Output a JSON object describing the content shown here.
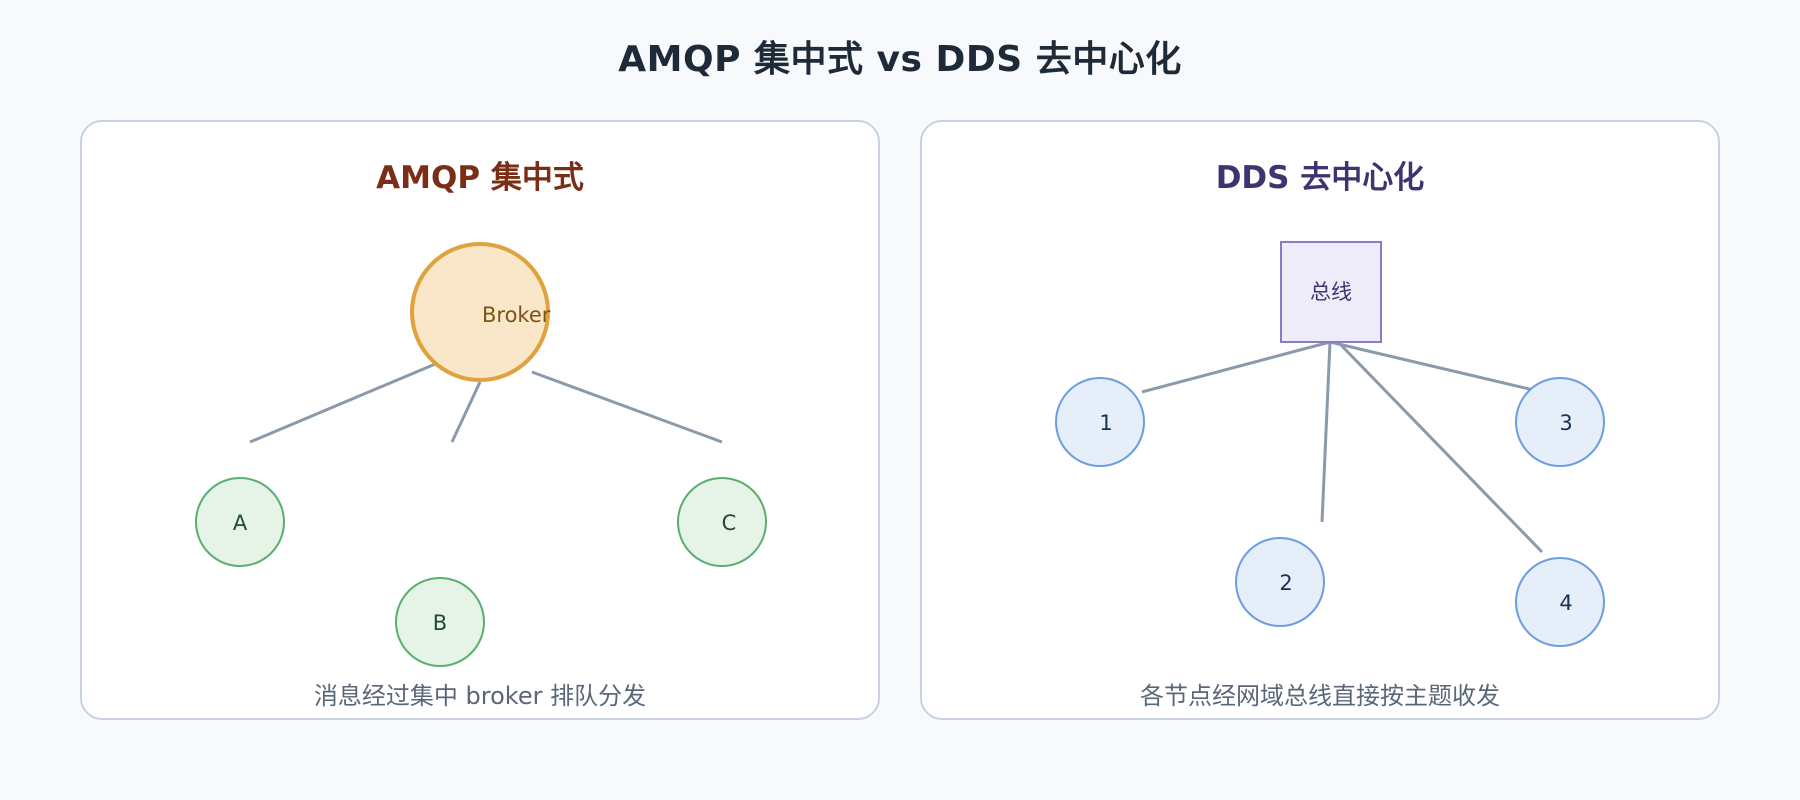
{
  "title": "AMQP 集中式 vs DDS 去中心化",
  "left_panel": {
    "title": "AMQP 集中式",
    "broker_label": "Broker",
    "clients": [
      "A",
      "B",
      "C"
    ],
    "caption": "消息经过集中 broker 排队分发",
    "colors": {
      "broker_fill": "#fae6c8",
      "broker_stroke": "#e0a23c",
      "client_fill": "#e6f4e8",
      "client_stroke": "#5aae6e",
      "edge": "#8a9aaa"
    }
  },
  "right_panel": {
    "title": "DDS 去中心化",
    "bus_label": "总线",
    "participants": [
      "1",
      "2",
      "3",
      "4"
    ],
    "caption": "各节点经网域总线直接按主题收发",
    "colors": {
      "bus_fill": "#efecf9",
      "bus_stroke": "#8a7cc8",
      "participant_fill": "#e6eefa",
      "participant_stroke": "#6a9ee0",
      "edge": "#8a9aaa"
    }
  }
}
